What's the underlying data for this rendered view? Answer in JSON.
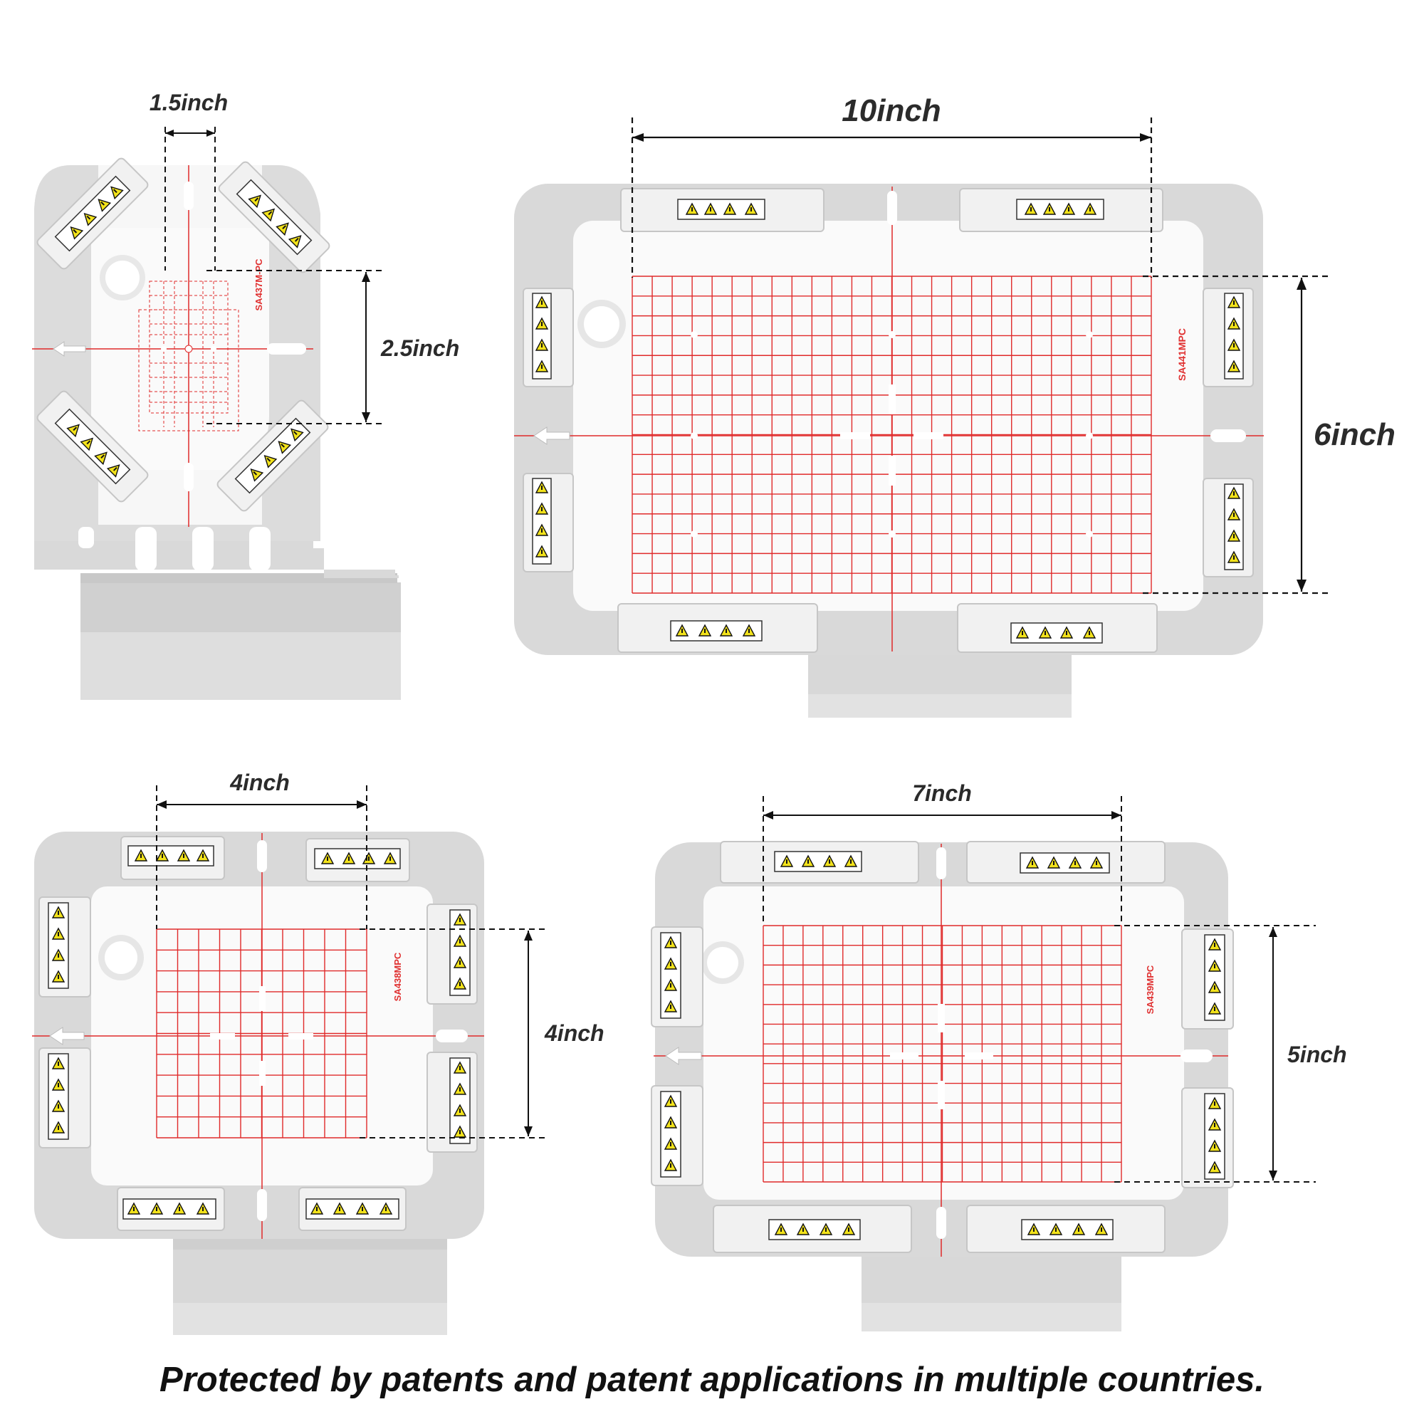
{
  "colors": {
    "frame": "#d9d9d9",
    "frame_shadow": "#c4c4c4",
    "sheet": "#fafafa",
    "grid": "#e02a2a",
    "dim_line": "#111111",
    "warning_yellow": "#f2e21b",
    "tab": "#f1f1f1"
  },
  "hoops": [
    {
      "id": "hoop-small",
      "model_text": "SA437M-PC",
      "width_label": "1.5inch",
      "height_label": "2.5inch"
    },
    {
      "id": "hoop-large",
      "model_text": "SA441MPC",
      "width_label": "10inch",
      "height_label": "6inch"
    },
    {
      "id": "hoop-square",
      "model_text": "SA438MPC",
      "width_label": "4inch",
      "height_label": "4inch"
    },
    {
      "id": "hoop-medium",
      "model_text": "SA439MPC",
      "width_label": "7inch",
      "height_label": "5inch"
    }
  ],
  "footer": {
    "text": "Protected by patents and patent applications in multiple countries."
  }
}
